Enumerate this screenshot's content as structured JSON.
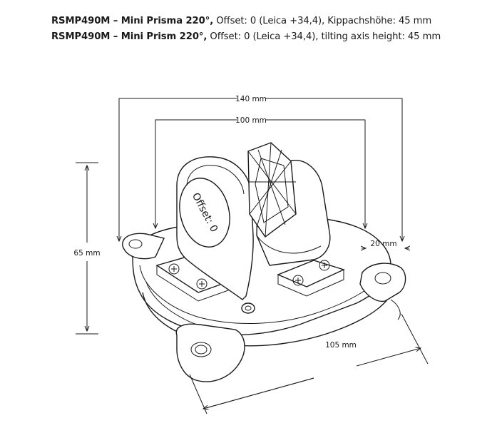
{
  "header": {
    "line1_bold": "RSMP490M – Mini Prisma 220°,",
    "line1_rest": " Offset: 0 (Leica +34,4), Kippachshöhe: 45 mm",
    "line2_bold": "RSMP490M – Mini Prism 220°,",
    "line2_rest": " Offset: 0 (Leica +34,4), tilting axis height: 45 mm"
  },
  "dimensions": {
    "width_outer": "140 mm",
    "width_inner": "100 mm",
    "height": "65 mm",
    "lug": "20 mm",
    "depth": "105 mm"
  },
  "labels": {
    "offset_plate": "Offset: 0"
  }
}
